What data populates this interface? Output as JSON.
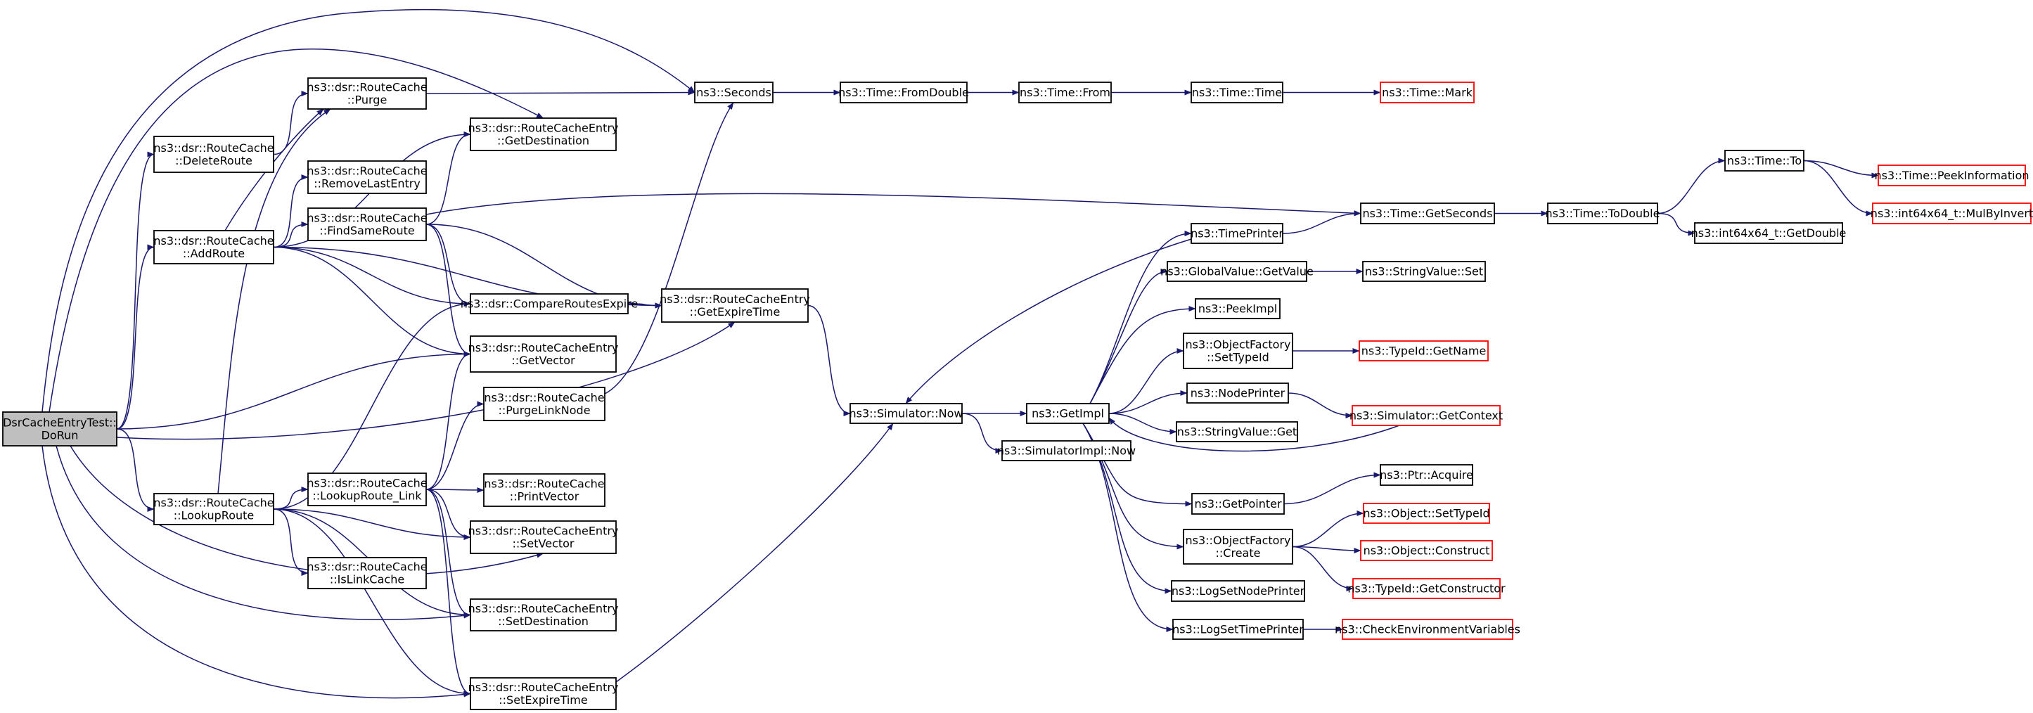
{
  "colors": {
    "edge": "#191970",
    "node_border": "#000000",
    "truncated_border": "#ff0000",
    "root_fill": "#bfbfbf",
    "background": "#ffffff"
  },
  "diagram": {
    "type": "call-graph",
    "nodes": [
      {
        "id": "root",
        "lines": [
          "DsrCacheEntryTest::",
          "DoRun"
        ],
        "style": "root"
      },
      {
        "id": "purge",
        "lines": [
          "ns3::dsr::RouteCache",
          "::Purge"
        ]
      },
      {
        "id": "deleteRoute",
        "lines": [
          "ns3::dsr::RouteCache",
          "::DeleteRoute"
        ]
      },
      {
        "id": "addRoute",
        "lines": [
          "ns3::dsr::RouteCache",
          "::AddRoute"
        ]
      },
      {
        "id": "lookupRoute",
        "lines": [
          "ns3::dsr::RouteCache",
          "::LookupRoute"
        ]
      },
      {
        "id": "getDestination",
        "lines": [
          "ns3::dsr::RouteCacheEntry",
          "::GetDestination"
        ]
      },
      {
        "id": "removeLastEntry",
        "lines": [
          "ns3::dsr::RouteCache",
          "::RemoveLastEntry"
        ]
      },
      {
        "id": "findSameRoute",
        "lines": [
          "ns3::dsr::RouteCache",
          "::FindSameRoute"
        ]
      },
      {
        "id": "compareRoutes",
        "lines": [
          "ns3::dsr::CompareRoutesExpire"
        ]
      },
      {
        "id": "getVector",
        "lines": [
          "ns3::dsr::RouteCacheEntry",
          "::GetVector"
        ]
      },
      {
        "id": "purgeLinkNode",
        "lines": [
          "ns3::dsr::RouteCache",
          "::PurgeLinkNode"
        ]
      },
      {
        "id": "lookupRouteLink",
        "lines": [
          "ns3::dsr::RouteCache",
          "::LookupRoute_Link"
        ]
      },
      {
        "id": "printVector",
        "lines": [
          "ns3::dsr::RouteCache",
          "::PrintVector"
        ]
      },
      {
        "id": "setVector",
        "lines": [
          "ns3::dsr::RouteCacheEntry",
          "::SetVector"
        ]
      },
      {
        "id": "isLinkCache",
        "lines": [
          "ns3::dsr::RouteCache",
          "::IsLinkCache"
        ]
      },
      {
        "id": "setDestination",
        "lines": [
          "ns3::dsr::RouteCacheEntry",
          "::SetDestination"
        ]
      },
      {
        "id": "setExpireTime",
        "lines": [
          "ns3::dsr::RouteCacheEntry",
          "::SetExpireTime"
        ]
      },
      {
        "id": "seconds",
        "lines": [
          "ns3::Seconds"
        ]
      },
      {
        "id": "getExpireTime",
        "lines": [
          "ns3::dsr::RouteCacheEntry",
          "::GetExpireTime"
        ]
      },
      {
        "id": "fromDouble",
        "lines": [
          "ns3::Time::FromDouble"
        ]
      },
      {
        "id": "timeFrom",
        "lines": [
          "ns3::Time::From"
        ]
      },
      {
        "id": "timeTime",
        "lines": [
          "ns3::Time::Time"
        ]
      },
      {
        "id": "timeMark",
        "lines": [
          "ns3::Time::Mark"
        ],
        "style": "truncated"
      },
      {
        "id": "getSeconds",
        "lines": [
          "ns3::Time::GetSeconds"
        ]
      },
      {
        "id": "toDouble",
        "lines": [
          "ns3::Time::ToDouble"
        ]
      },
      {
        "id": "timeTo",
        "lines": [
          "ns3::Time::To"
        ]
      },
      {
        "id": "peekInformation",
        "lines": [
          "ns3::Time::PeekInformation"
        ],
        "style": "truncated"
      },
      {
        "id": "mulByInvert",
        "lines": [
          "ns3::int64x64_t::MulByInvert"
        ],
        "style": "truncated"
      },
      {
        "id": "getDouble",
        "lines": [
          "ns3::int64x64_t::GetDouble"
        ]
      },
      {
        "id": "simNow",
        "lines": [
          "ns3::Simulator::Now"
        ]
      },
      {
        "id": "simImplNow",
        "lines": [
          "ns3::SimulatorImpl::Now"
        ]
      },
      {
        "id": "getImpl",
        "lines": [
          "ns3::GetImpl"
        ]
      },
      {
        "id": "timePrinter",
        "lines": [
          "ns3::TimePrinter"
        ]
      },
      {
        "id": "globalGetValue",
        "lines": [
          "ns3::GlobalValue::GetValue"
        ]
      },
      {
        "id": "stringValueSet",
        "lines": [
          "ns3::StringValue::Set"
        ]
      },
      {
        "id": "peekImpl",
        "lines": [
          "ns3::PeekImpl"
        ]
      },
      {
        "id": "setTypeId",
        "lines": [
          "ns3::ObjectFactory",
          "::SetTypeId"
        ]
      },
      {
        "id": "typeIdGetName",
        "lines": [
          "ns3::TypeId::GetName"
        ],
        "style": "truncated"
      },
      {
        "id": "nodePrinter",
        "lines": [
          "ns3::NodePrinter"
        ]
      },
      {
        "id": "getContext",
        "lines": [
          "ns3::Simulator::GetContext"
        ],
        "style": "truncated"
      },
      {
        "id": "stringValueGet",
        "lines": [
          "ns3::StringValue::Get"
        ]
      },
      {
        "id": "ptrAcquire",
        "lines": [
          "ns3::Ptr::Acquire"
        ]
      },
      {
        "id": "getPointer",
        "lines": [
          "ns3::GetPointer"
        ]
      },
      {
        "id": "objectSetTypeId",
        "lines": [
          "ns3::Object::SetTypeId"
        ],
        "style": "truncated"
      },
      {
        "id": "factoryCreate",
        "lines": [
          "ns3::ObjectFactory",
          "::Create"
        ]
      },
      {
        "id": "objectConstruct",
        "lines": [
          "ns3::Object::Construct"
        ],
        "style": "truncated"
      },
      {
        "id": "getConstructor",
        "lines": [
          "ns3::TypeId::GetConstructor"
        ],
        "style": "truncated"
      },
      {
        "id": "logSetNodePrinter",
        "lines": [
          "ns3::LogSetNodePrinter"
        ]
      },
      {
        "id": "logSetTimePrinter",
        "lines": [
          "ns3::LogSetTimePrinter"
        ]
      },
      {
        "id": "checkEnv",
        "lines": [
          "ns3::CheckEnvironmentVariables"
        ],
        "style": "truncated"
      }
    ],
    "edges": [
      [
        "root",
        "seconds"
      ],
      [
        "root",
        "getDestination"
      ],
      [
        "root",
        "deleteRoute"
      ],
      [
        "root",
        "addRoute"
      ],
      [
        "root",
        "getVector"
      ],
      [
        "root",
        "getExpireTime"
      ],
      [
        "root",
        "lookupRoute"
      ],
      [
        "root",
        "setVector"
      ],
      [
        "root",
        "setDestination"
      ],
      [
        "root",
        "setExpireTime"
      ],
      [
        "deleteRoute",
        "purge"
      ],
      [
        "purge",
        "seconds"
      ],
      [
        "addRoute",
        "purge"
      ],
      [
        "addRoute",
        "getDestination"
      ],
      [
        "addRoute",
        "removeLastEntry"
      ],
      [
        "addRoute",
        "findSameRoute"
      ],
      [
        "addRoute",
        "compareRoutes"
      ],
      [
        "addRoute",
        "getExpireTime"
      ],
      [
        "addRoute",
        "getVector"
      ],
      [
        "findSameRoute",
        "getDestination"
      ],
      [
        "findSameRoute",
        "getSeconds"
      ],
      [
        "findSameRoute",
        "getExpireTime"
      ],
      [
        "findSameRoute",
        "compareRoutes"
      ],
      [
        "findSameRoute",
        "getVector"
      ],
      [
        "compareRoutes",
        "getExpireTime"
      ],
      [
        "lookupRoute",
        "purge"
      ],
      [
        "lookupRoute",
        "compareRoutes"
      ],
      [
        "lookupRoute",
        "lookupRouteLink"
      ],
      [
        "lookupRoute",
        "setVector"
      ],
      [
        "lookupRoute",
        "isLinkCache"
      ],
      [
        "lookupRoute",
        "setDestination"
      ],
      [
        "lookupRoute",
        "setExpireTime"
      ],
      [
        "lookupRouteLink",
        "getVector"
      ],
      [
        "lookupRouteLink",
        "purgeLinkNode"
      ],
      [
        "lookupRouteLink",
        "printVector"
      ],
      [
        "lookupRouteLink",
        "setVector"
      ],
      [
        "lookupRouteLink",
        "setDestination"
      ],
      [
        "lookupRouteLink",
        "setExpireTime"
      ],
      [
        "purgeLinkNode",
        "seconds"
      ],
      [
        "getExpireTime",
        "simNow"
      ],
      [
        "setExpireTime",
        "simNow"
      ],
      [
        "seconds",
        "fromDouble"
      ],
      [
        "fromDouble",
        "timeFrom"
      ],
      [
        "timeFrom",
        "timeTime"
      ],
      [
        "timeTime",
        "timeMark"
      ],
      [
        "getSeconds",
        "toDouble"
      ],
      [
        "toDouble",
        "timeTo"
      ],
      [
        "toDouble",
        "getDouble"
      ],
      [
        "timeTo",
        "peekInformation"
      ],
      [
        "timeTo",
        "mulByInvert"
      ],
      [
        "simNow",
        "getImpl"
      ],
      [
        "simNow",
        "simImplNow"
      ],
      [
        "timePrinter",
        "simNow"
      ],
      [
        "timePrinter",
        "getSeconds"
      ],
      [
        "getImpl",
        "timePrinter"
      ],
      [
        "getImpl",
        "globalGetValue"
      ],
      [
        "getImpl",
        "peekImpl"
      ],
      [
        "getImpl",
        "setTypeId"
      ],
      [
        "getImpl",
        "nodePrinter"
      ],
      [
        "getImpl",
        "stringValueGet"
      ],
      [
        "getImpl",
        "getPointer"
      ],
      [
        "getImpl",
        "factoryCreate"
      ],
      [
        "getImpl",
        "logSetNodePrinter"
      ],
      [
        "getImpl",
        "logSetTimePrinter"
      ],
      [
        "globalGetValue",
        "stringValueSet"
      ],
      [
        "setTypeId",
        "typeIdGetName"
      ],
      [
        "nodePrinter",
        "getContext"
      ],
      [
        "getContext",
        "getImpl"
      ],
      [
        "getPointer",
        "ptrAcquire"
      ],
      [
        "factoryCreate",
        "objectSetTypeId"
      ],
      [
        "factoryCreate",
        "objectConstruct"
      ],
      [
        "factoryCreate",
        "getConstructor"
      ],
      [
        "logSetTimePrinter",
        "checkEnv"
      ]
    ]
  }
}
